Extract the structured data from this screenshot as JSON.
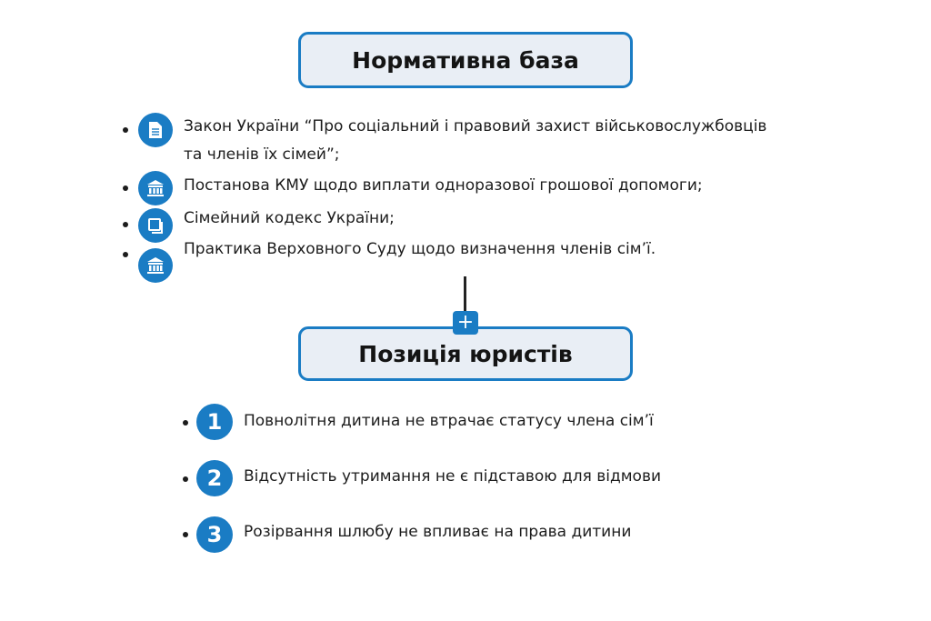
{
  "section1": {
    "title": "Нормативна база",
    "items": [
      {
        "icon": "document-icon",
        "line1": "Закон України “Про соціальний і правовий захист військовослужбовців",
        "line2": "та членів їх сімей”;"
      },
      {
        "icon": "government-building-icon",
        "line1": "Постанова КМУ щодо виплати одноразової грошової допомоги;"
      },
      {
        "icon": "book-icon",
        "line1": "Сімейний кодекс України;"
      },
      {
        "icon": "government-building-icon",
        "line1": "Практика Верховного Суду щодо визначення членів сім’ї."
      }
    ]
  },
  "connector": {
    "expand_label": "+"
  },
  "section2": {
    "title": "Позиція юристів",
    "items": [
      {
        "number": "1",
        "text": "Повнолітня дитина не втрачає статусу члена сім’ї"
      },
      {
        "number": "2",
        "text": "Відсутність утримання не є підставою для відмови"
      },
      {
        "number": "3",
        "text": "Розірвання шлюбу не впливає на права дитини"
      }
    ]
  },
  "colors": {
    "accent": "#1a7cc4",
    "box_fill": "#e9eef5"
  }
}
